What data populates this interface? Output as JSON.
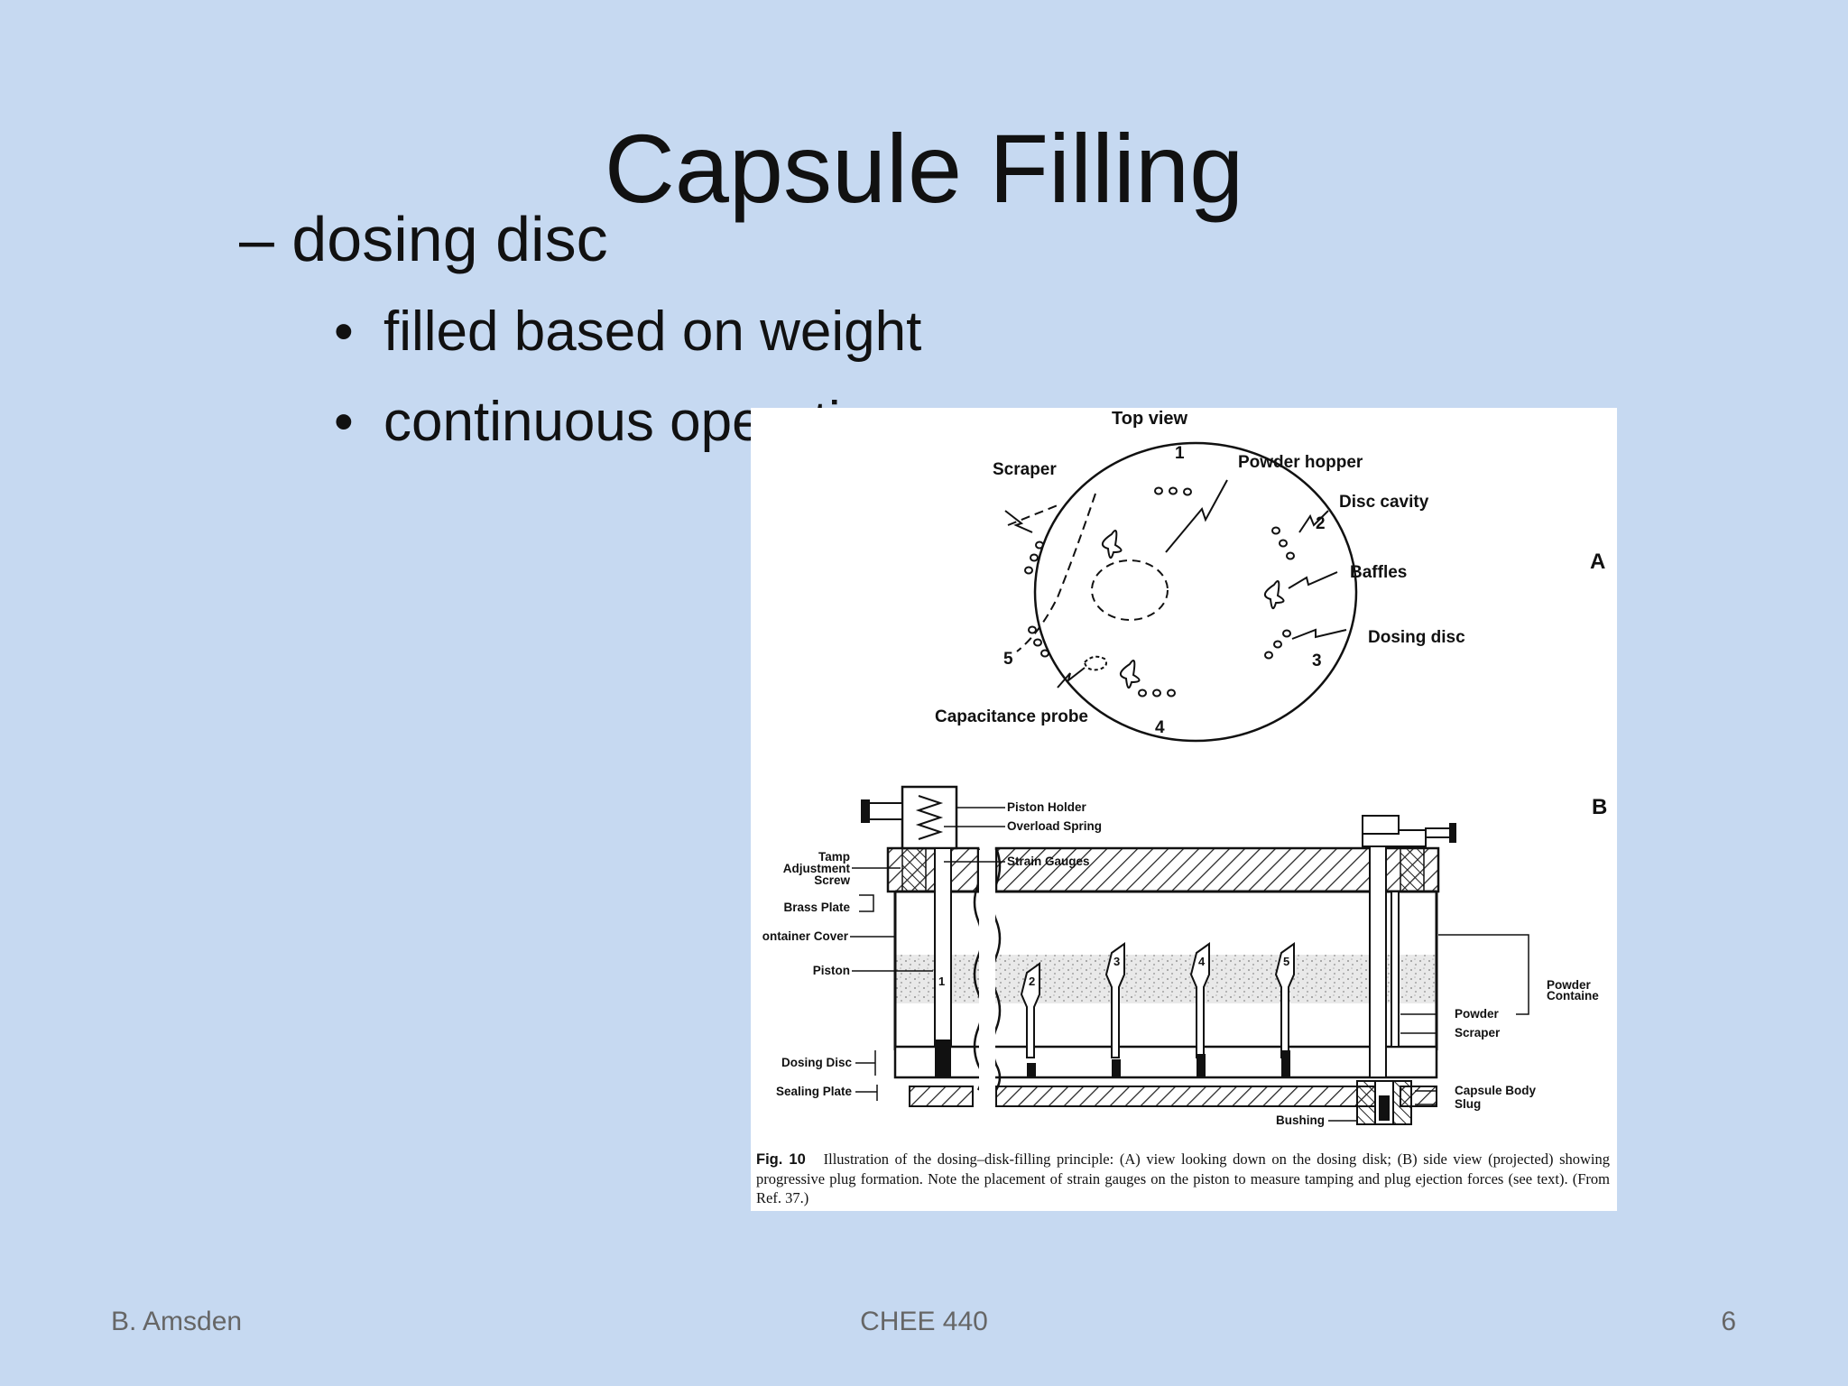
{
  "slide": {
    "title": "Capsule Filling",
    "bullet_level1": "– dosing disc",
    "bullets_level2": [
      "filled based on weight",
      "continuous operation"
    ]
  },
  "figure": {
    "top_view_label": "Top view",
    "panel_a": "A",
    "panel_b": "B",
    "top_labels": {
      "scraper": "Scraper",
      "powder_hopper": "Powder hopper",
      "disc_cavity": "Disc cavity",
      "baffles": "Baffles",
      "dosing_disc": "Dosing disc",
      "capacitance_probe": "Capacitance probe"
    },
    "station_numbers": [
      "1",
      "2",
      "3",
      "4",
      "5"
    ],
    "side_labels": {
      "piston_holder": "Piston Holder",
      "overload_spring": "Overload Spring",
      "strain_gauges": "Strain Gauges",
      "tamp_1": "Tamp",
      "tamp_2": "Adjustment",
      "tamp_3": "Screw",
      "brass_plate": "Brass Plate",
      "container_cover": "ontainer Cover",
      "piston": "Piston",
      "dosing_disc": "Dosing Disc",
      "sealing_plate": "Sealing Plate",
      "bushing": "Bushing",
      "powder_container_1": "Powder",
      "powder_container_2": "Containe",
      "powder_scraper_1": "Powder",
      "powder_scraper_2": "Scraper",
      "capsule_body": "Capsule Body",
      "slug": "Slug"
    },
    "caption_label": "Fig. 10",
    "caption_text": "Illustration of the dosing–disk-filling principle: (A) view looking down on the dosing disk; (B) side view (projected) showing progressive plug formation. Note the placement of strain gauges on the piston to measure tamping and plug ejection forces (see text). (From Ref. 37.)"
  },
  "footer": {
    "author": "B. Amsden",
    "course": "CHEE 440",
    "page": "6"
  },
  "colors": {
    "background": "#c6d9f1",
    "text": "#111111",
    "footer_text": "#666666"
  }
}
